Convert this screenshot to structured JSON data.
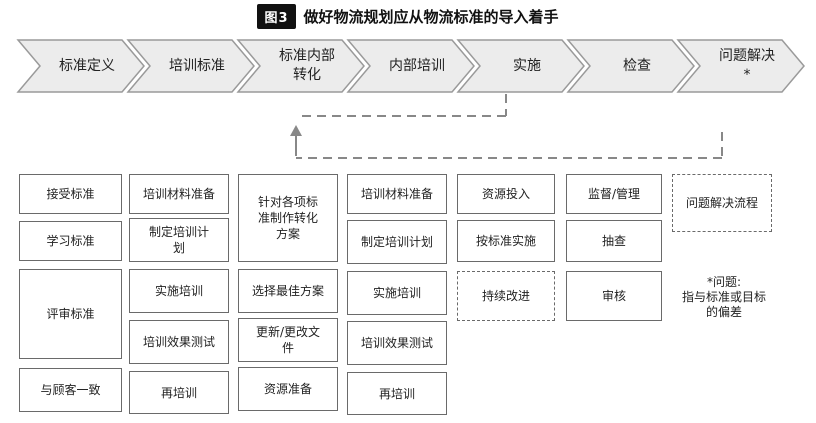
{
  "title": {
    "badge": "图3",
    "text": "做好物流规划应从物流标准的导入着手"
  },
  "steps": [
    "标准定义",
    "培训标准",
    "标准内部\n转化",
    "内部培训",
    "实施",
    "检查",
    "问题解决\n*"
  ],
  "columns": {
    "c1": [
      "接受标准",
      "学习标准",
      "评审标准",
      "与顾客一致"
    ],
    "c2": [
      "培训材料准备",
      "制定培训计\n划",
      "实施培训",
      "培训效果测试",
      "再培训"
    ],
    "c3": [
      "针对各项标\n准制作转化\n方案",
      "选择最佳方案",
      "更新/更改文\n件",
      "资源准备"
    ],
    "c4": [
      "培训材料准备",
      "制定培训计划",
      "实施培训",
      "培训效果测试",
      "再培训"
    ],
    "c5": [
      "资源投入",
      "按标准实施",
      "持续改进"
    ],
    "c6": [
      "监督/管理",
      "抽查",
      "审核"
    ],
    "c7": [
      "问题解决流程"
    ]
  },
  "note": "*问题:\n指与标准或目标\n的偏差",
  "colors": {
    "chevron_fill": "#ececec",
    "chevron_stroke": "#9a9a9a",
    "box_border": "#6a6a6a",
    "dash": "#888888"
  }
}
